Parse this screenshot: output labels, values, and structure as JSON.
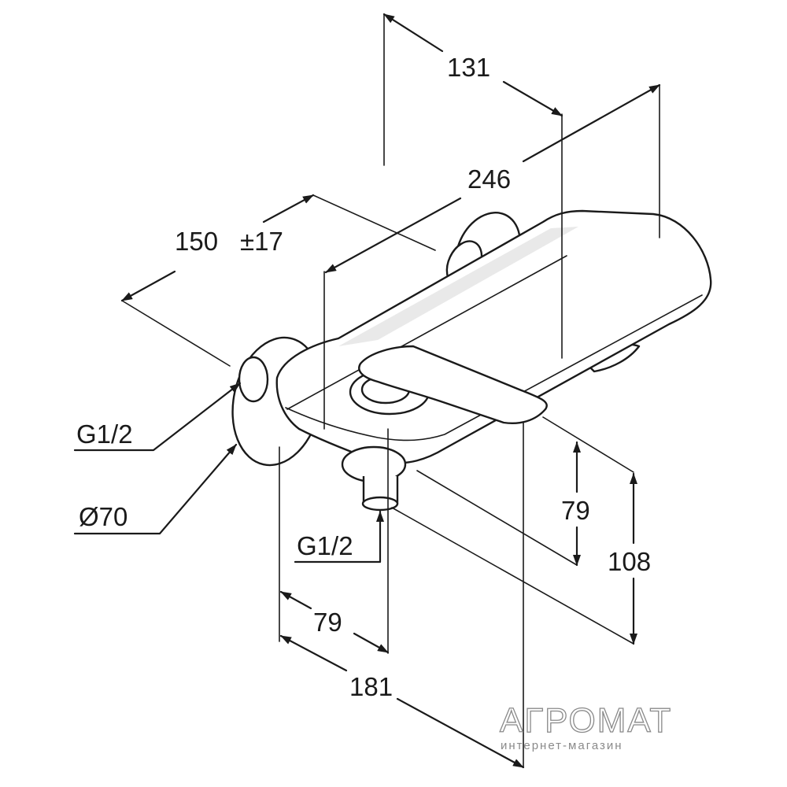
{
  "dimensions": {
    "depth_total": "131",
    "length_total": "246",
    "spacing": "150",
    "spacing_tolerance": "±17",
    "connection_left": "G1/2",
    "rosette_diameter": "Ø70",
    "connection_bottom": "G1/2",
    "height_outlet": "79",
    "height_total": "108",
    "outlet_offset": "79",
    "projection_total": "181"
  },
  "watermark": {
    "brand": "АГРОМАТ",
    "subtitle": "интернет-магазин"
  }
}
